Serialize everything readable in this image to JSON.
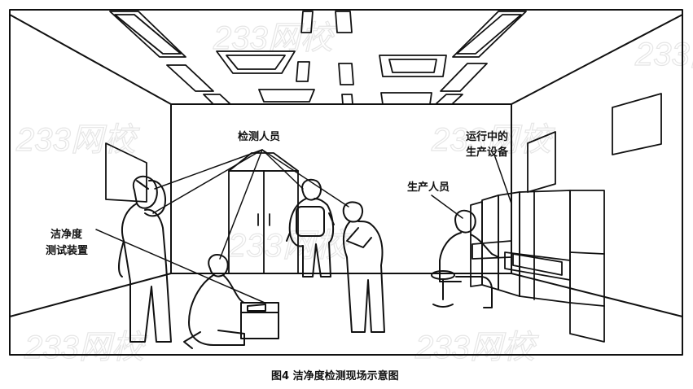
{
  "labels": {
    "inspectors": "检测人员",
    "running_equipment_line1": "运行中的",
    "running_equipment_line2": "生产设备",
    "production_staff": "生产人员",
    "test_device_line1": "洁净度",
    "test_device_line2": "测试装置"
  },
  "caption": "图4 洁净度检测现场示意图",
  "watermark": "233网校",
  "colors": {
    "line": "#111111",
    "background": "#ffffff",
    "watermark": "#e6e6e6"
  }
}
